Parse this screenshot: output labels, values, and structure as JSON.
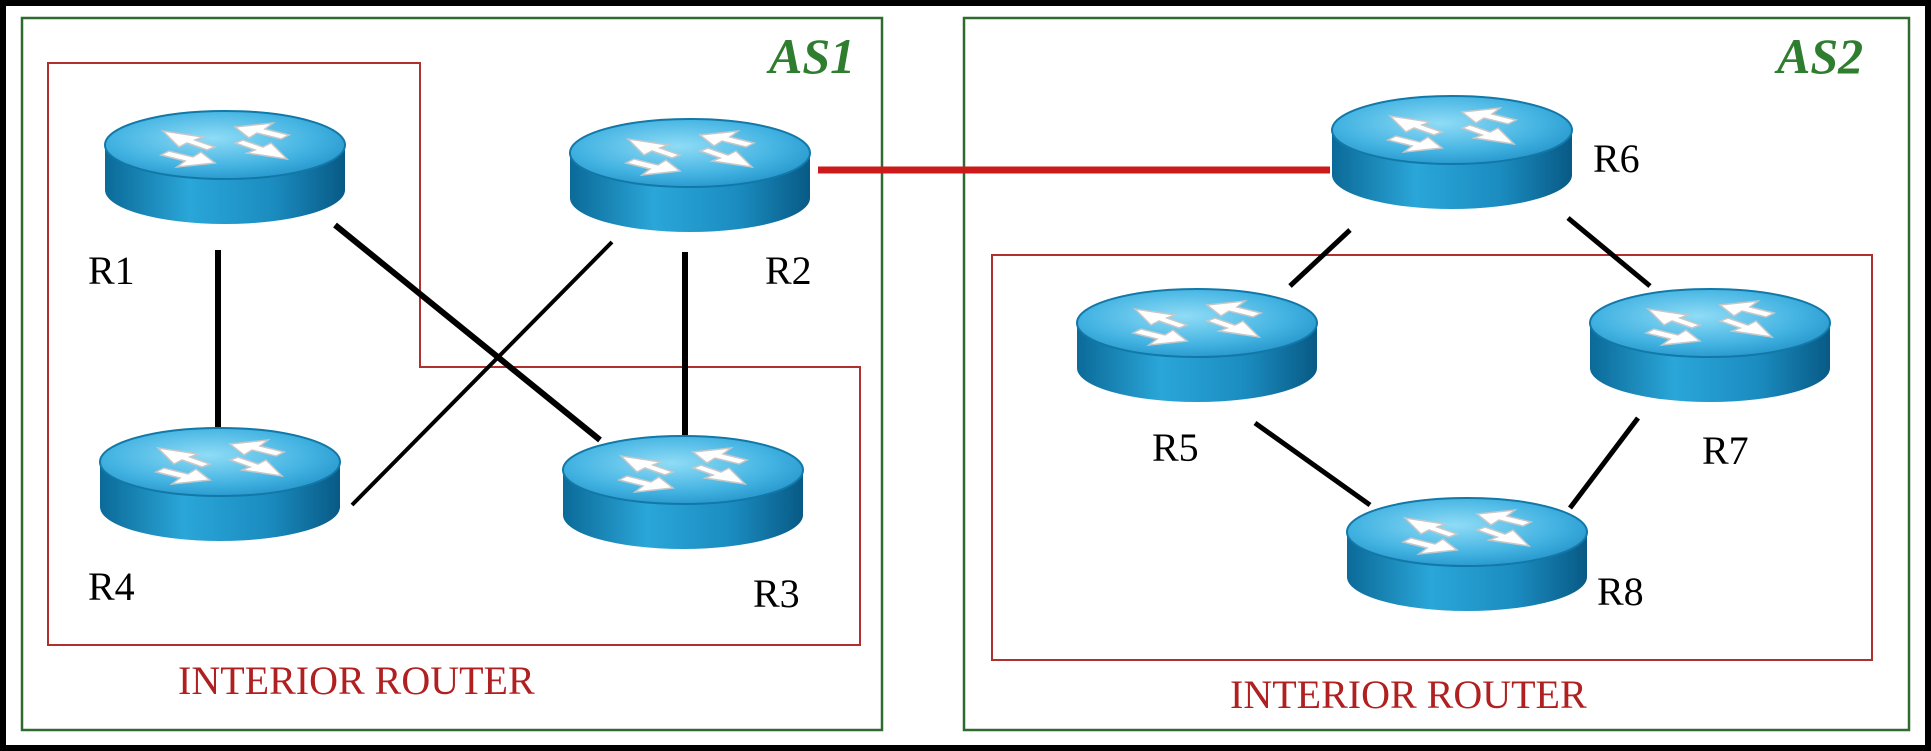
{
  "autonomous_systems": [
    {
      "id": "as1",
      "label": "AS1"
    },
    {
      "id": "as2",
      "label": "AS2"
    }
  ],
  "routers": [
    {
      "id": "r1",
      "label": "R1"
    },
    {
      "id": "r2",
      "label": "R2"
    },
    {
      "id": "r3",
      "label": "R3"
    },
    {
      "id": "r4",
      "label": "R4"
    },
    {
      "id": "r5",
      "label": "R5"
    },
    {
      "id": "r6",
      "label": "R6"
    },
    {
      "id": "r7",
      "label": "R7"
    },
    {
      "id": "r8",
      "label": "R8"
    }
  ],
  "interior_groups": [
    {
      "id": "as1-interior",
      "label": "INTERIOR ROUTER",
      "members": [
        "R1",
        "R3",
        "R4"
      ]
    },
    {
      "id": "as2-interior",
      "label": "INTERIOR ROUTER",
      "members": [
        "R5",
        "R7",
        "R8"
      ]
    }
  ],
  "links": [
    {
      "from": "R1",
      "to": "R4",
      "type": "internal"
    },
    {
      "from": "R1",
      "to": "R3",
      "type": "internal"
    },
    {
      "from": "R2",
      "to": "R4",
      "type": "internal"
    },
    {
      "from": "R2",
      "to": "R3",
      "type": "internal"
    },
    {
      "from": "R2",
      "to": "R6",
      "type": "external"
    },
    {
      "from": "R6",
      "to": "R5",
      "type": "internal"
    },
    {
      "from": "R6",
      "to": "R7",
      "type": "internal"
    },
    {
      "from": "R5",
      "to": "R8",
      "type": "internal"
    },
    {
      "from": "R7",
      "to": "R8",
      "type": "internal"
    }
  ],
  "colors": {
    "background": "#ffffff",
    "as_border": "#2f6b2f",
    "as_label": "#2f7d2f",
    "interior_border": "#b03030",
    "interior_label": "#b02020",
    "external_link": "#cc1a1a",
    "internal_link": "#000000",
    "router_body": "#1f8fc0",
    "router_top": "#5cc0e8",
    "router_arrows": "#ffffff"
  }
}
